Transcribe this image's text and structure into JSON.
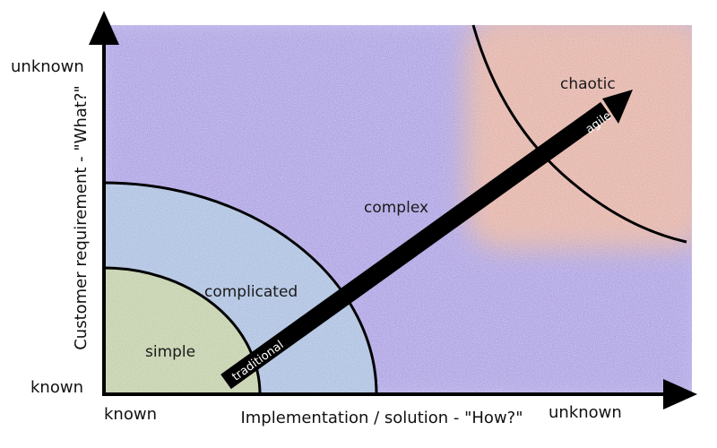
{
  "axes": {
    "y_label": "Customer requirement - \"What?\"",
    "y_top": "unknown",
    "y_bottom": "known",
    "x_label": "Implementation / solution - \"How?\"",
    "x_left": "known",
    "x_right": "unknown"
  },
  "regions": {
    "simple": "simple",
    "complicated": "complicated",
    "complex": "complex",
    "chaotic": "chaotic"
  },
  "arrow": {
    "start_label": "traditional",
    "end_label": "agile"
  },
  "colors": {
    "simple": "#b9c99a",
    "complicated": "#9cb6dd",
    "complex": "#9f8fe0",
    "chaotic": "#e0a596",
    "axis": "#000000"
  }
}
